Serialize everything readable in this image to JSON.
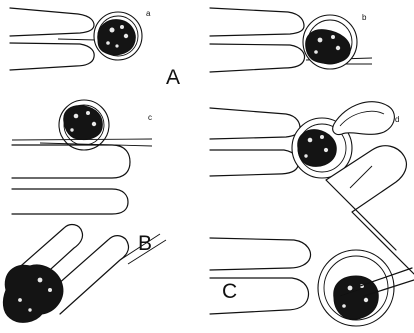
{
  "labels": {
    "panel_a": "A",
    "panel_b": "B",
    "panel_c": "C",
    "sub_a": "a",
    "sub_b": "b",
    "sub_c": "c",
    "sub_d": "d"
  },
  "colors": {
    "ink": "#111111",
    "background": "#ffffff"
  }
}
